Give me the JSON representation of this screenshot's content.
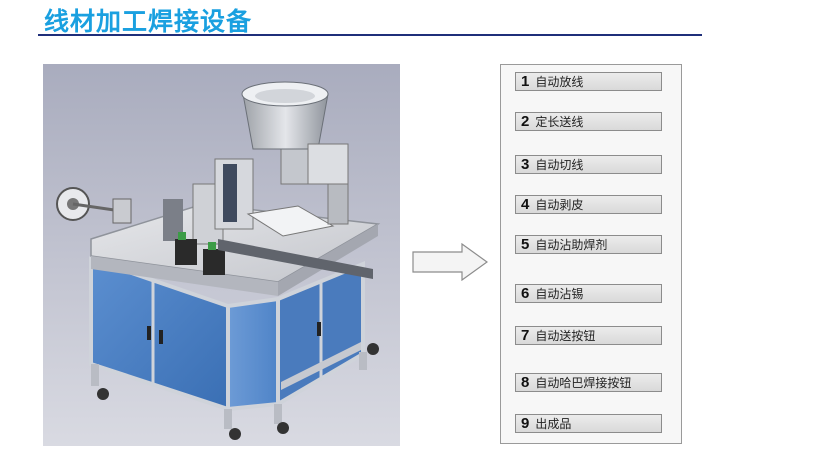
{
  "header": {
    "title": "线材加工焊接设备"
  },
  "steps": [
    {
      "num": "1",
      "label": "自动放线"
    },
    {
      "num": "2",
      "label": "定长送线"
    },
    {
      "num": "3",
      "label": "自动切线"
    },
    {
      "num": "4",
      "label": "自动剥皮"
    },
    {
      "num": "5",
      "label": "自动沾助焊剂"
    },
    {
      "num": "6",
      "label": "自动沾锡"
    },
    {
      "num": "7",
      "label": "自动送按钮"
    },
    {
      "num": "8",
      "label": "自动哈巴焊接按钮"
    },
    {
      "num": "9",
      "label": "出成品"
    }
  ],
  "icons": {
    "flow_arrow": "right-arrow-icon"
  },
  "colors": {
    "title": "#1aa0e0",
    "rule": "#1f2f7a",
    "machine_panel": "#4b83c6"
  }
}
